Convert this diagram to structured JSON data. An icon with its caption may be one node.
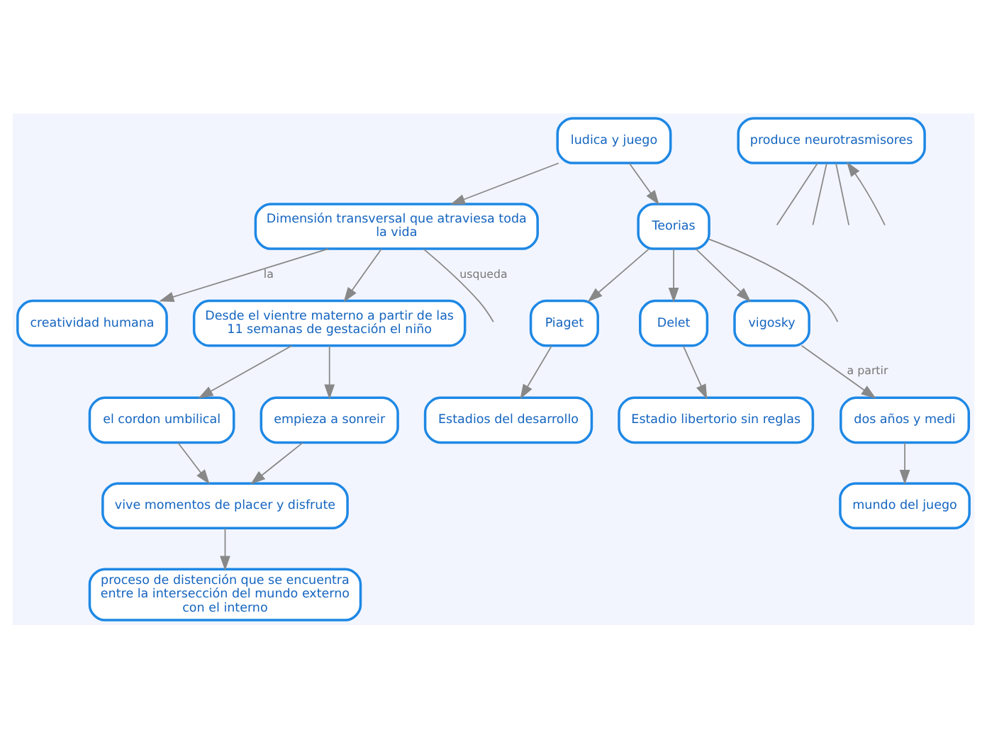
{
  "diagram": {
    "nodes": [
      {
        "text": [
          "ludica y juego"
        ]
      },
      {
        "text": [
          "Dimensión transversal que atraviesa toda la vida"
        ]
      },
      {
        "text": [
          "creatividad humana"
        ]
      },
      {
        "text": [
          "Teorias"
        ]
      },
      {
        "text": [
          "Desde el vientre materno a partir de las 11 semanas de gestación el niño"
        ]
      },
      {
        "text": [
          "Piaget"
        ]
      },
      {
        "text": [
          "Delet"
        ]
      },
      {
        "text": [
          "vigosky"
        ]
      },
      {
        "text": [
          "el cordon umbilical"
        ]
      },
      {
        "text": [
          "empieza a sonreir"
        ]
      },
      {
        "text": [
          "Estadios del desarrollo"
        ]
      },
      {
        "text": [
          "Estadio libertorio sin reglas"
        ]
      },
      {
        "text": [
          "dos años y medi"
        ]
      },
      {
        "text": [
          "vive momentos de placer y disfrute"
        ]
      },
      {
        "text": [
          "mundo del juego"
        ]
      },
      {
        "text": [
          "produce neurotrasmisores"
        ]
      },
      {
        "text": [
          "proceso de distención que se encuentra entre la intersección del mundo externo con el interno"
        ]
      }
    ],
    "edges": [
      {
        "from": 0,
        "to": 1,
        "arrow": "to"
      },
      {
        "from": 0,
        "to": 3,
        "arrow": "to"
      },
      {
        "from": 1,
        "to": null,
        "label": "usqueda",
        "arrow": "none"
      },
      {
        "from": 1,
        "to": 2,
        "label": "la",
        "arrow": "to"
      },
      {
        "from": 3,
        "to": 5,
        "arrow": "to"
      },
      {
        "from": 3,
        "to": 6,
        "arrow": "to"
      },
      {
        "from": 3,
        "to": 7,
        "arrow": "to"
      },
      {
        "from": 3,
        "to": null,
        "arrow": "none"
      },
      {
        "from": 1,
        "to": 4,
        "arrow": "to"
      },
      {
        "from": 4,
        "to": 8,
        "arrow": "to"
      },
      {
        "from": 4,
        "to": 9,
        "arrow": "to"
      },
      {
        "from": 5,
        "to": 10,
        "arrow": "to"
      },
      {
        "from": 6,
        "to": 11,
        "arrow": "to"
      },
      {
        "from": 7,
        "to": 12,
        "label": "a partir",
        "arrow": "to"
      },
      {
        "from": 8,
        "to": 13,
        "arrow": "to"
      },
      {
        "from": 9,
        "to": 13,
        "arrow": "to"
      },
      {
        "from": 12,
        "to": 14,
        "arrow": "to"
      },
      {
        "from": 13,
        "to": 16,
        "arrow": "to"
      },
      {
        "from": 15,
        "to": null,
        "arrow": "none"
      },
      {
        "from": 15,
        "to": null,
        "arrow": "none"
      },
      {
        "from": 15,
        "to": null,
        "arrow": "none"
      },
      {
        "from": null,
        "to": 15,
        "arrow": "to"
      }
    ]
  }
}
